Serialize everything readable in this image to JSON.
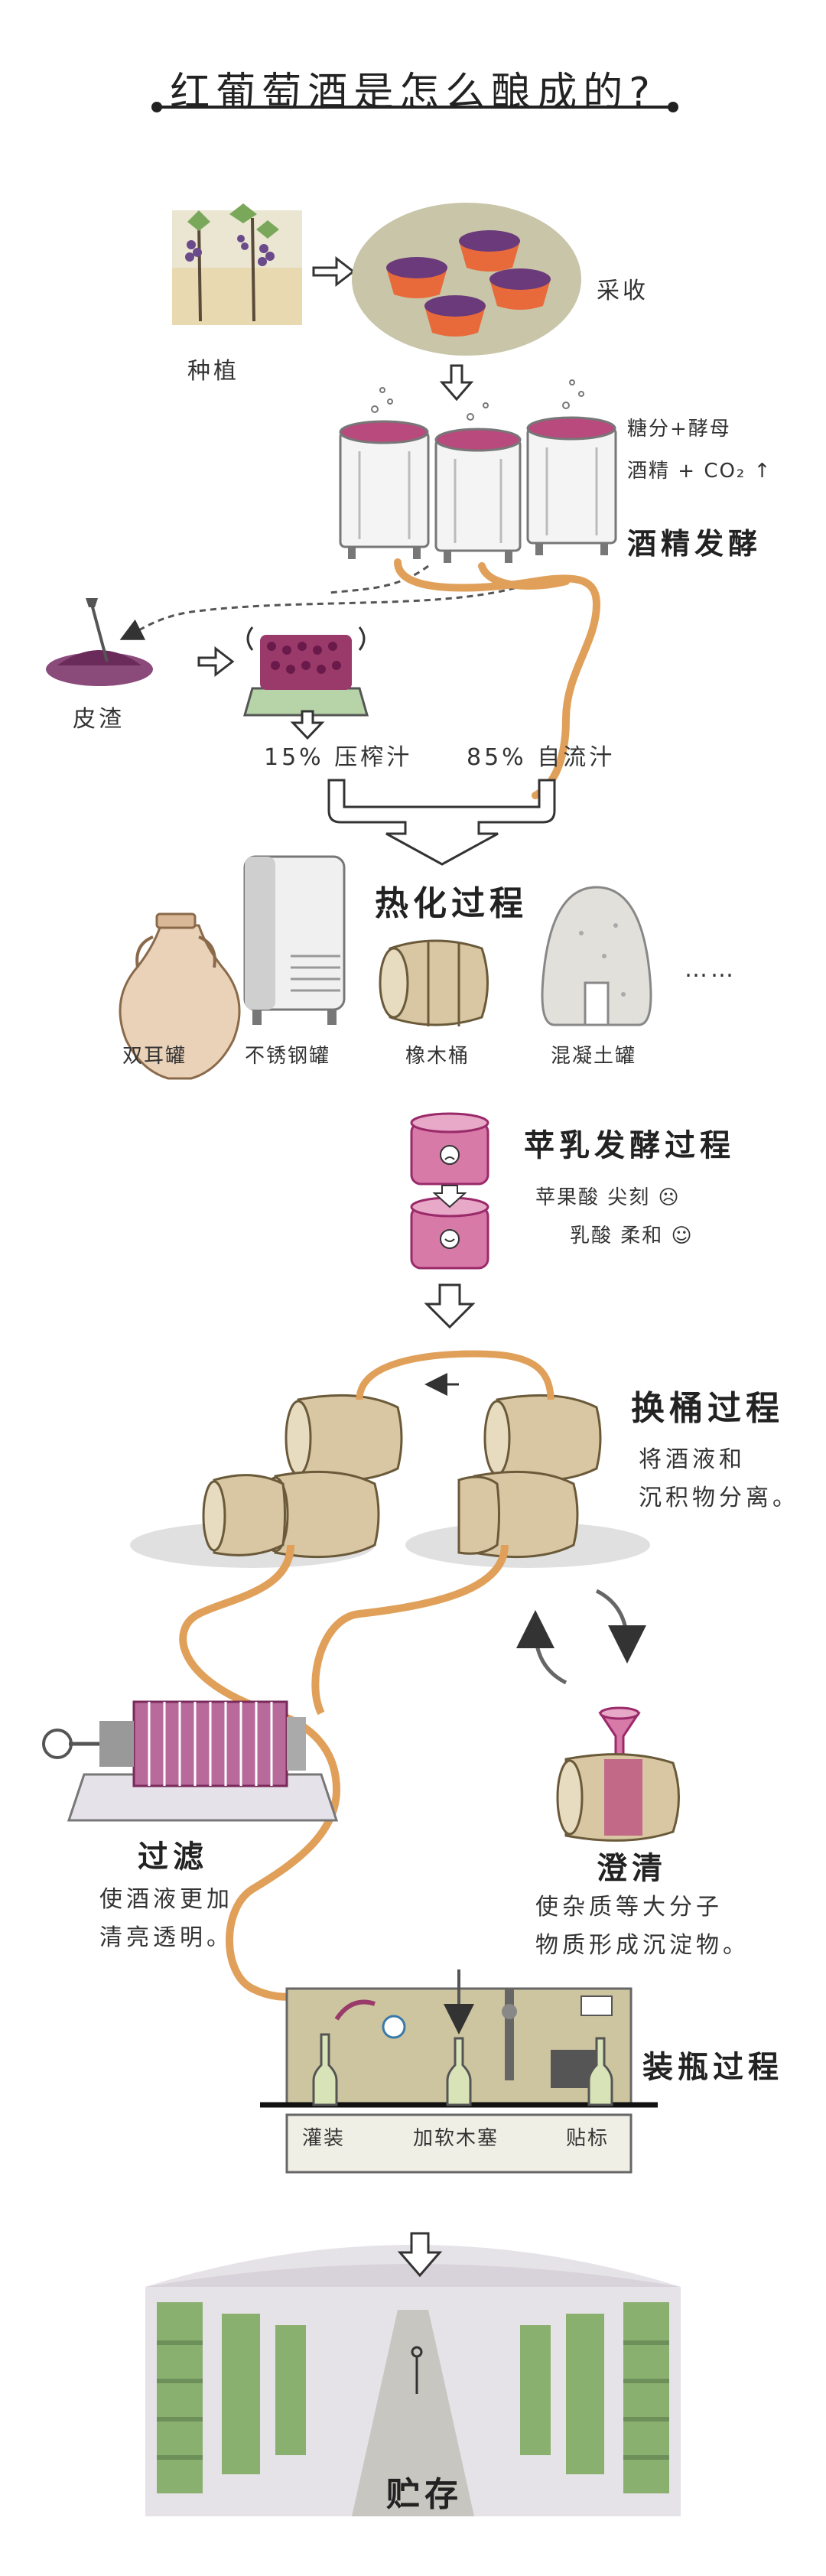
{
  "title": "红葡萄酒是怎么酿成的?",
  "labels": {
    "planting": "种植",
    "harvest": "采收",
    "fermentation": "酒精发酵",
    "formula_top": "糖分+酵母",
    "formula_bottom": "酒精 + CO₂ ↑",
    "pomace": "皮渣",
    "press_juice": "15% 压榨汁",
    "free_run": "85% 自流汁",
    "aging": "热化过程",
    "etc": "……",
    "amphora": "双耳罐",
    "steel_tank": "不锈钢罐",
    "oak_barrel": "橡木桶",
    "concrete_egg": "混凝土罐",
    "mlf": "苹乳发酵过程",
    "malic": "苹果酸 尖刻 ☹",
    "lactic": "乳酸 柔和 ☺",
    "racking": "换桶过程",
    "racking_desc_1": "将酒液和",
    "racking_desc_2": "沉积物分离。",
    "filtration": "过滤",
    "filtration_desc_1": "使酒液更加",
    "filtration_desc_2": "清亮透明。",
    "fining": "澄清",
    "fining_desc_1": "使杂质等大分子",
    "fining_desc_2": "物质形成沉淀物。",
    "bottling": "装瓶过程",
    "filling": "灌装",
    "corking": "加软木塞",
    "labeling": "贴标",
    "storage": "贮存"
  },
  "colors": {
    "wine": "#c24a7a",
    "hose": "#e0a05a",
    "barrel": "#d9c7a3",
    "machine": "#c9c19a",
    "arrow": "#333333"
  },
  "icons": [
    "grapevine-icon",
    "harvest-basket-icon",
    "fermentation-tank-icon",
    "press-icon",
    "amphora-icon",
    "steel-tank-icon",
    "oak-barrel-icon",
    "concrete-egg-icon",
    "filter-press-icon",
    "funnel-icon",
    "bottling-machine-icon",
    "cellar-icon"
  ]
}
